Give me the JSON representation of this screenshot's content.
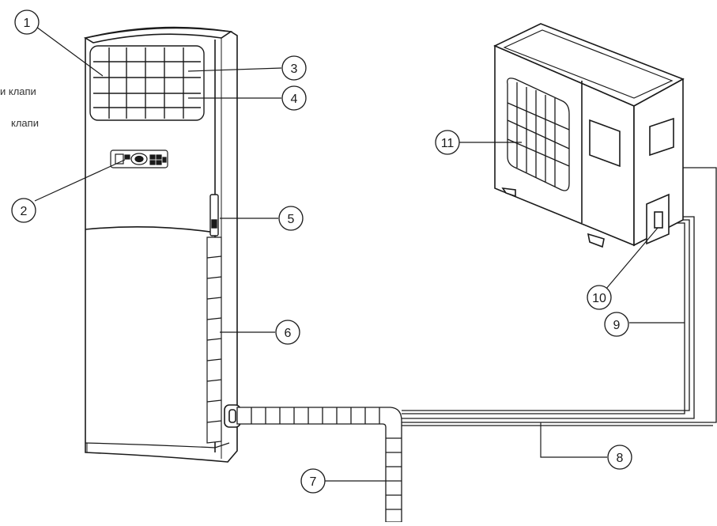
{
  "colors": {
    "line": "#1a1a1a",
    "background": "#ffffff",
    "text": "#333333"
  },
  "side_text": [
    "и клапи",
    "клапи"
  ],
  "callouts": [
    {
      "id": "1",
      "label": "1"
    },
    {
      "id": "2",
      "label": "2"
    },
    {
      "id": "3",
      "label": "3"
    },
    {
      "id": "4",
      "label": "4"
    },
    {
      "id": "5",
      "label": "5"
    },
    {
      "id": "6",
      "label": "6"
    },
    {
      "id": "7",
      "label": "7"
    },
    {
      "id": "8",
      "label": "8"
    },
    {
      "id": "9",
      "label": "9"
    },
    {
      "id": "10",
      "label": "10"
    },
    {
      "id": "11",
      "label": "11"
    }
  ]
}
